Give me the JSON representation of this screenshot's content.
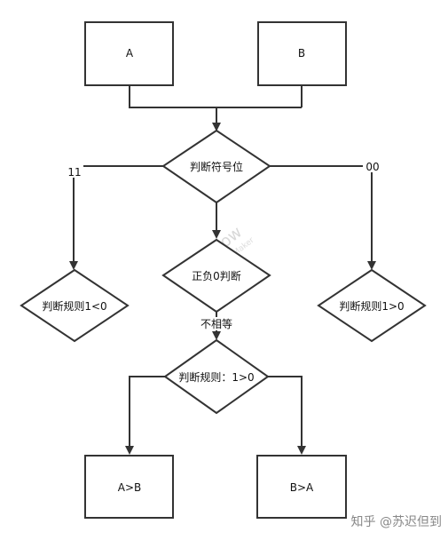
{
  "diagram": {
    "nodes": {
      "box_a": "A",
      "box_b": "B",
      "check_sign_bit": "判断符号位",
      "check_pos_neg_zero": "正负0判断",
      "rule_left": "判断规则1<0",
      "rule_right": "判断规则1>0",
      "rule_middle": "判断规则：1>0",
      "result_a_gt_b": "A>B",
      "result_b_gt_a": "B>A"
    },
    "edge_labels": {
      "left_branch": "11",
      "right_branch": "00",
      "not_equal": "不相等"
    },
    "watermark": {
      "main": "Web Flow",
      "sub": "Web Flowchart Maker"
    },
    "credit": "知乎 @苏迟但到"
  }
}
